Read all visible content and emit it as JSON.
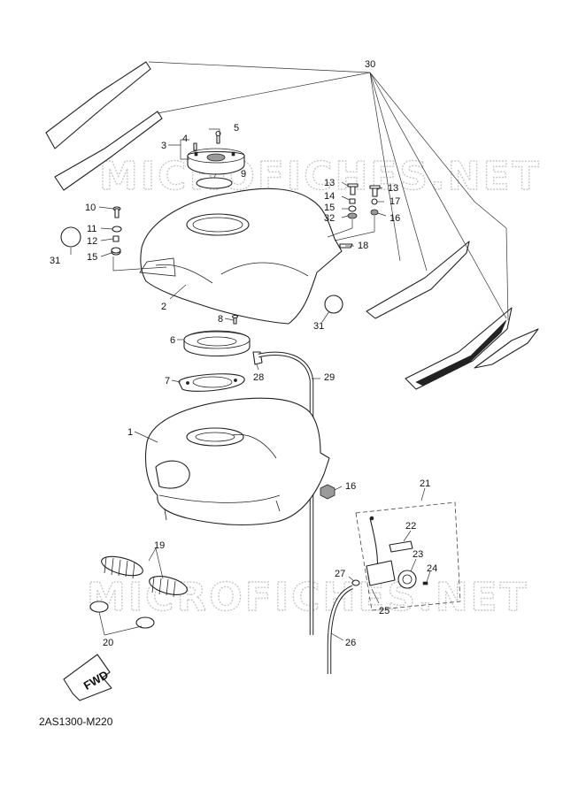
{
  "watermark": "MICROFICHES.NET",
  "diagram_code": "2AS1300-M220",
  "fwd_label": "FWD",
  "callouts": {
    "p1": "1",
    "p2": "2",
    "p3": "3",
    "p4": "4",
    "p5": "5",
    "p6": "6",
    "p7": "7",
    "p8": "8",
    "p9": "9",
    "p10": "10",
    "p11": "11",
    "p12": "12",
    "p13a": "13",
    "p13b": "13",
    "p14": "14",
    "p15a": "15",
    "p15b": "15",
    "p16a": "16",
    "p16b": "16",
    "p17": "17",
    "p18": "18",
    "p19": "19",
    "p20": "20",
    "p21": "21",
    "p22": "22",
    "p23": "23",
    "p24": "24",
    "p25": "25",
    "p26": "26",
    "p27": "27",
    "p28": "28",
    "p29": "29",
    "p30": "30",
    "p31a": "31",
    "p31b": "31",
    "p32": "32"
  }
}
